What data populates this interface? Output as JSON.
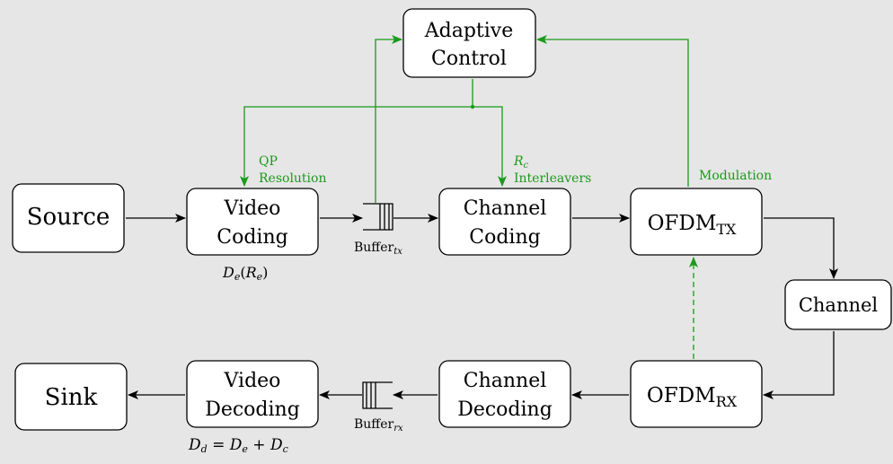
{
  "colors": {
    "background": "#e6e6e6",
    "accent": "#1a9a1a",
    "box_fill": "#ffffff",
    "line": "#000000"
  },
  "blocks": {
    "adaptive": {
      "line1": "Adaptive",
      "line2": "Control"
    },
    "source": {
      "label": "Source"
    },
    "video_coding": {
      "line1": "Video",
      "line2": "Coding"
    },
    "channel_coding": {
      "line1": "Channel",
      "line2": "Coding"
    },
    "ofdm_tx": {
      "base": "OFDM",
      "sub": "TX"
    },
    "channel": {
      "label": "Channel"
    },
    "ofdm_rx": {
      "base": "OFDM",
      "sub": "RX"
    },
    "channel_decoding": {
      "line1": "Channel",
      "line2": "Decoding"
    },
    "video_decoding": {
      "line1": "Video",
      "line2": "Decoding"
    },
    "sink": {
      "label": "Sink"
    }
  },
  "buffers": {
    "tx": {
      "base": "Buffer",
      "sub": "tx"
    },
    "rx": {
      "base": "Buffer",
      "sub": "rx"
    }
  },
  "annotations": {
    "qp": "QP",
    "resolution": "Resolution",
    "rc_base": "R",
    "rc_sub": "c",
    "interleavers": "Interleavers",
    "modulation": "Modulation",
    "de_re": {
      "d": "D",
      "d_sub": "e",
      "open": "(",
      "r": "R",
      "r_sub": "e",
      "close": ")"
    },
    "dd_eq": {
      "d1": "D",
      "d1_sub": "d",
      "eq": " = ",
      "d2": "D",
      "d2_sub": "e",
      "plus": " + ",
      "d3": "D",
      "d3_sub": "c"
    }
  }
}
